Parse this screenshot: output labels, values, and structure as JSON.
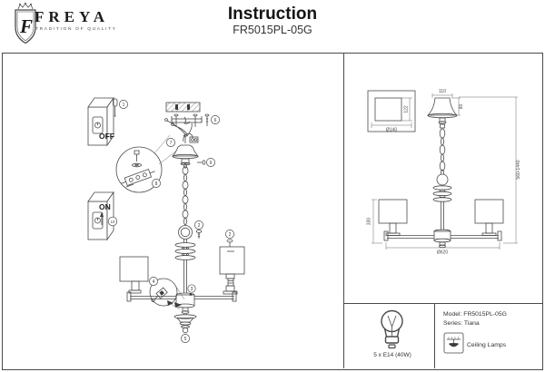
{
  "header": {
    "brand": "FREYA",
    "tagline": "TRADITION OF QUALITY",
    "monogram": "F",
    "title": "Instruction",
    "model": "FR5015PL-05G"
  },
  "assembly": {
    "off_label": "OFF",
    "on_label": "ON",
    "steps": {
      "screwdriver": "1",
      "ring_screw": "2",
      "shade_finial": "2",
      "arm_joint": "3",
      "socket_detail": "4",
      "bottom_finial": "5",
      "bracket": "6",
      "canopy_hook": "7",
      "wiring_detail": "8",
      "canopy_screw": "9",
      "power_on": "10"
    }
  },
  "dimensions": {
    "canopy_width": "110",
    "canopy_height": "80",
    "shade_height": "122",
    "shade_diameter": "Ø140",
    "hanging_height": "560-1440",
    "body_height": "330",
    "fixture_diameter": "Ø620"
  },
  "spec": {
    "model": "Model: FR5015PL-05G",
    "series": "Series: Tiana",
    "bulbs": "5 x E14 (40W)",
    "category": "Ceiling Lamps"
  }
}
